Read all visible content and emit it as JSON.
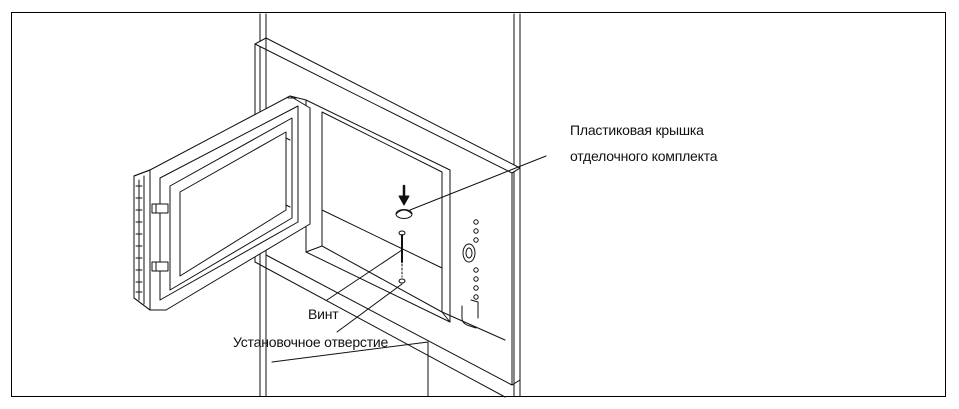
{
  "labels": {
    "plastic_cover_line1": "Пластиковая крышка",
    "plastic_cover_line2": "отделочного комплекта",
    "screw": "Винт",
    "mounting_hole": "Установочное отверстие"
  },
  "colors": {
    "line": "#111111",
    "background": "#ffffff"
  }
}
